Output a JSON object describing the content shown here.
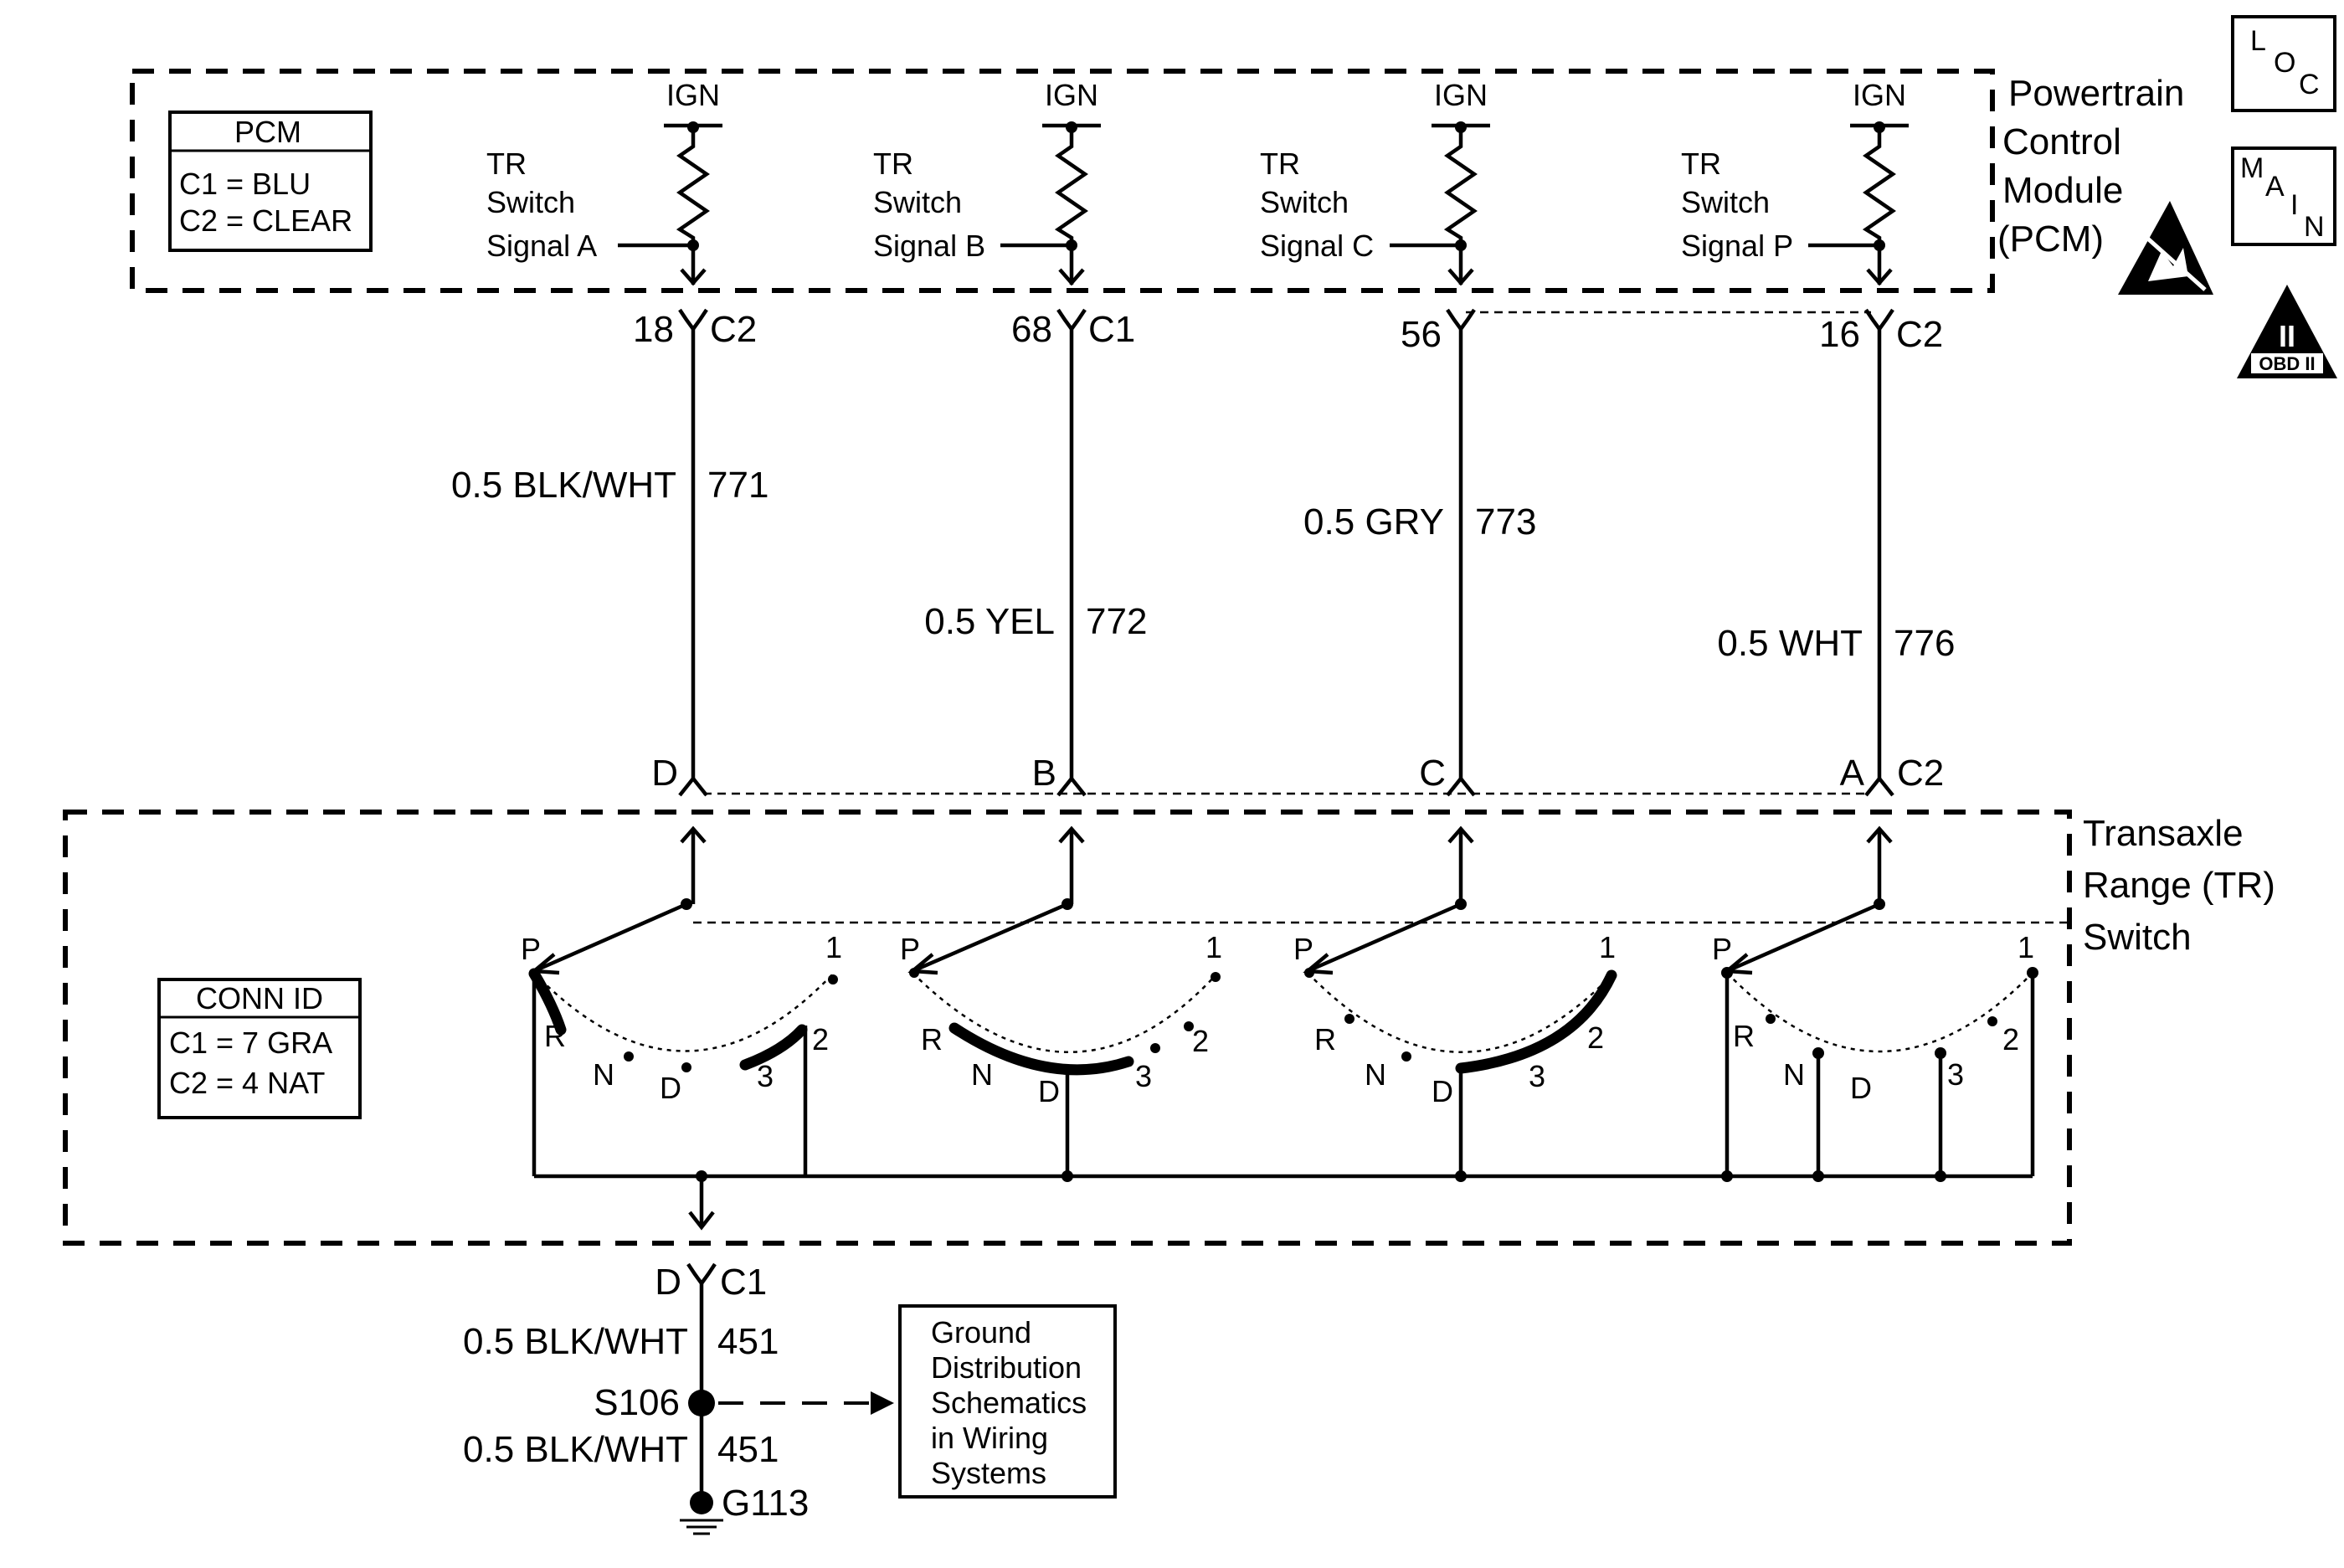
{
  "pcm": {
    "module_title": [
      "Powertrain",
      "Control",
      "Module",
      "(PCM)"
    ],
    "id_box": {
      "header": "PCM",
      "line1": "C1 = BLU",
      "line2": "C2 = CLEAR"
    },
    "circuits": [
      {
        "ign": "IGN",
        "label": [
          "TR",
          "Switch",
          "Signal A"
        ],
        "pin": "18",
        "conn": "C2"
      },
      {
        "ign": "IGN",
        "label": [
          "TR",
          "Switch",
          "Signal B"
        ],
        "pin": "68",
        "conn": "C1"
      },
      {
        "ign": "IGN",
        "label": [
          "TR",
          "Switch",
          "Signal C"
        ],
        "pin": "56",
        "conn": ""
      },
      {
        "ign": "IGN",
        "label": [
          "TR",
          "Switch",
          "Signal P"
        ],
        "pin": "16",
        "conn": "C2"
      }
    ]
  },
  "wires": [
    {
      "gauge_color": "0.5 BLK/WHT",
      "circuit": "771"
    },
    {
      "gauge_color": "0.5 YEL",
      "circuit": "772"
    },
    {
      "gauge_color": "0.5 GRY",
      "circuit": "773"
    },
    {
      "gauge_color": "0.5 WHT",
      "circuit": "776"
    }
  ],
  "tr_switch": {
    "title": [
      "Transaxle",
      "Range (TR)",
      "Switch"
    ],
    "terminals": [
      "D",
      "B",
      "C",
      "A"
    ],
    "terminal_conn": "C2",
    "conn_id": {
      "header": "CONN ID",
      "line1": "C1 = 7 GRA",
      "line2": "C2 = 4 NAT"
    },
    "positions": [
      "P",
      "R",
      "N",
      "D",
      "3",
      "2",
      "1"
    ]
  },
  "ground": {
    "pin": "D",
    "conn": "C1",
    "wire1": {
      "gauge_color": "0.5 BLK/WHT",
      "circuit": "451"
    },
    "splice": "S106",
    "wire2": {
      "gauge_color": "0.5 BLK/WHT",
      "circuit": "451"
    },
    "ground_id": "G113",
    "reference": [
      "Ground",
      "Distribution",
      "Schematics",
      "in Wiring",
      "Systems"
    ]
  },
  "icons": {
    "loc": [
      "L",
      "O",
      "C"
    ],
    "main": [
      "M",
      "A",
      "I",
      "N"
    ],
    "obd": {
      "roman": "II",
      "label": "OBD II"
    },
    "esd": "esd-warning-icon"
  }
}
